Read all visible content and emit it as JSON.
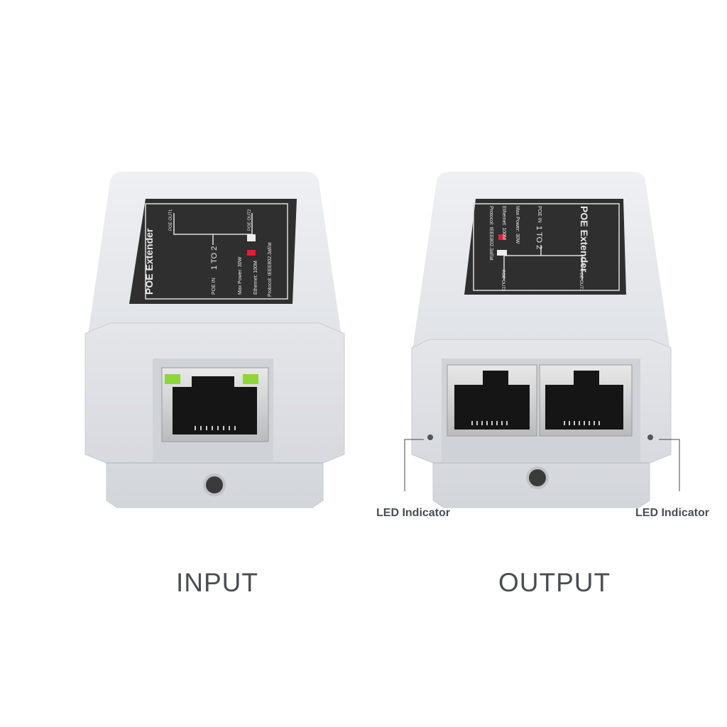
{
  "label": {
    "title": "POE Extender",
    "poe_in": "POE IN",
    "ratio": "1 TO 2",
    "max_power": "Max Power: 30W",
    "ethernet": "Ethernet: 100M",
    "protocol": "Protocol: IEEE802.3af/at",
    "out1": "POE OUT1",
    "out2": "POE OUT2"
  },
  "captions": {
    "input": "INPUT",
    "output": "OUTPUT"
  },
  "callouts": {
    "left": "LED Indicator",
    "right": "LED Indicator"
  },
  "colors": {
    "body": "#e4e6ea",
    "label_bg": "#2f2f30",
    "led_green": "#8fd63a",
    "text": "#4a4d52"
  }
}
